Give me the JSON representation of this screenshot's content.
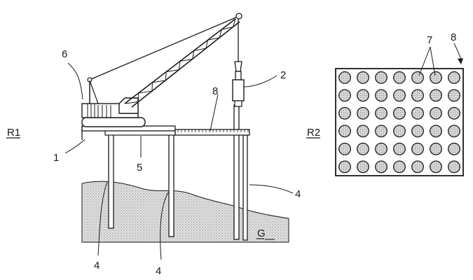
{
  "figure": {
    "labels": {
      "crane": "6",
      "hammer": "2",
      "scaffold": "8",
      "deck": "1",
      "beam": "5",
      "pile_right": "4",
      "pile_left": "4",
      "pile_middle": "4",
      "ground": "G",
      "plate": "8",
      "holes": "7",
      "region_left": "R1",
      "region_right": "R2"
    },
    "plate_grid": {
      "columns": 7,
      "rows": 6
    },
    "colors": {
      "ink": "#1a1a1a",
      "ground_fill": "#c8c8c8",
      "hole_fill": "#cfcfcf"
    }
  }
}
